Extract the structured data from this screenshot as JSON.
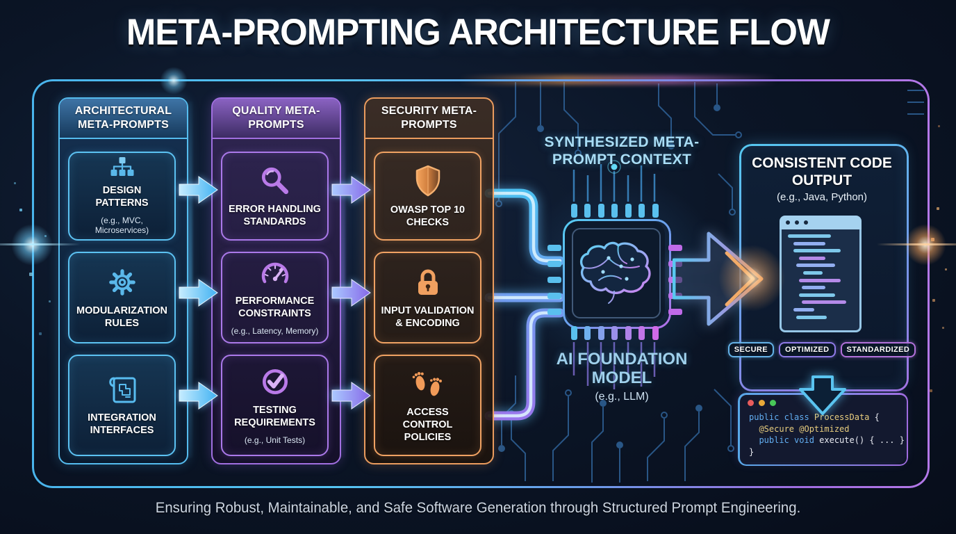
{
  "title": "META-PROMPTING ARCHITECTURE FLOW",
  "columns": [
    {
      "header": "ARCHITECTURAL META-PROMPTS",
      "accent": "#55bcee",
      "cards": [
        {
          "icon": "hierarchy-icon",
          "title": "DESIGN PATTERNS",
          "subtitle": "(e.g., MVC, Microservices)"
        },
        {
          "icon": "gear-icon",
          "title": "MODULARIZATION RULES"
        },
        {
          "icon": "blueprint-icon",
          "title": "INTEGRATION INTERFACES"
        }
      ]
    },
    {
      "header": "QUALITY META-PROMPTS",
      "accent": "#a16fe0",
      "cards": [
        {
          "icon": "magnifier-icon",
          "title": "ERROR HANDLING STANDARDS"
        },
        {
          "icon": "gauge-icon",
          "title": "PERFORMANCE CONSTRAINTS",
          "subtitle": "(e.g., Latency, Memory)"
        },
        {
          "icon": "check-circle-icon",
          "title": "TESTING REQUIREMENTS",
          "subtitle": "(e.g., Unit Tests)"
        }
      ]
    },
    {
      "header": "SECURITY META-PROMPTS",
      "accent": "#eb9c5e",
      "cards": [
        {
          "icon": "shield-icon",
          "title": "OWASP TOP 10 CHECKS"
        },
        {
          "icon": "lock-icon",
          "title": "INPUT VALIDATION & ENCODING"
        },
        {
          "icon": "footprints-icon",
          "title": "ACCESS CONTROL POLICIES"
        }
      ]
    }
  ],
  "flow": {
    "context_label": "SYNTHESIZED META-PROMPT CONTEXT",
    "chip_icon": "brain-chip-icon",
    "model_title": "AI FOUNDATION MODEL",
    "model_subtitle": "(e.g., LLM)"
  },
  "output_panel": {
    "title": "CONSISTENT CODE OUTPUT",
    "subtitle": "(e.g., Java, Python)",
    "window_icon": "code-window-icon",
    "badges": [
      "SECURE",
      "OPTIMIZED",
      "STANDARDIZED"
    ]
  },
  "code_snippet": {
    "lines": [
      [
        {
          "t": "public class ",
          "c": "kw"
        },
        {
          "t": "ProcessData ",
          "c": "cls"
        },
        {
          "t": "{",
          "c": "pl"
        }
      ],
      [
        {
          "t": "  ",
          "c": "pl"
        },
        {
          "t": "@Secure @Optimized",
          "c": "ann"
        }
      ],
      [
        {
          "t": "  ",
          "c": "pl"
        },
        {
          "t": "public void ",
          "c": "kw"
        },
        {
          "t": "execute() { ... }",
          "c": "pl"
        }
      ],
      [
        {
          "t": "}",
          "c": "pl"
        }
      ]
    ]
  },
  "footer": "Ensuring Robust, Maintainable, and Safe Software Generation through Structured Prompt Engineering.",
  "palette": {
    "cyan": "#52c4f0",
    "purple": "#9a6ad8",
    "orange": "#f0a060",
    "background": "#0a1322"
  }
}
